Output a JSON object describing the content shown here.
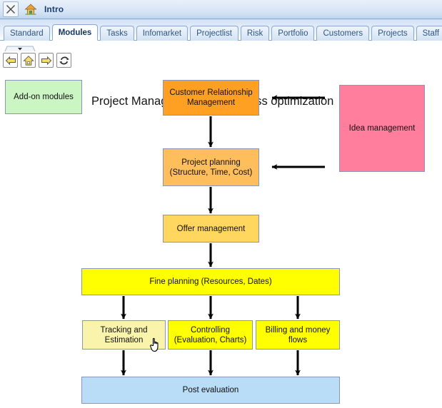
{
  "window": {
    "title": "Intro",
    "close_icon": "close-x-icon",
    "home_icon": "house-icon"
  },
  "tabs": [
    {
      "label": "Standard",
      "active": false
    },
    {
      "label": "Modules",
      "active": true
    },
    {
      "label": "Tasks",
      "active": false
    },
    {
      "label": "Infomarket",
      "active": false
    },
    {
      "label": "Projectlist",
      "active": false
    },
    {
      "label": "Risk",
      "active": false
    },
    {
      "label": "Portfolio",
      "active": false
    },
    {
      "label": "Customers",
      "active": false
    },
    {
      "label": "Projects",
      "active": false
    },
    {
      "label": "Staff",
      "active": false
    }
  ],
  "toolbar": {
    "back_icon": "back-arrow-icon",
    "home_icon": "home-icon",
    "forward_icon": "forward-arrow-icon",
    "refresh_icon": "refresh-icon"
  },
  "diagram": {
    "title": "Project Management and process optimization",
    "nodes": {
      "addon": {
        "label": "Add-on modules",
        "color": "#ccf5c4"
      },
      "crm": {
        "label": "Customer Relationship Management",
        "color": "#ffa022"
      },
      "planning": {
        "label": "Project planning (Structure, Time, Cost)",
        "color": "#ffbe5c"
      },
      "offer": {
        "label": "Offer management",
        "color": "#ffd65e"
      },
      "fine": {
        "label": "Fine planning (Resources, Dates)",
        "color": "#ffff00"
      },
      "tracking": {
        "label": "Tracking and Estimation",
        "color": "#faf3ab"
      },
      "controlling": {
        "label": "Controlling (Evaluation, Charts)",
        "color": "#ffff00"
      },
      "billing": {
        "label": "Billing and money flows",
        "color": "#ffff00"
      },
      "post": {
        "label": "Post evaluation",
        "color": "#b9dcf7"
      },
      "idea": {
        "label": "Idea management",
        "color": "#ff7e9d"
      }
    }
  },
  "cursor": {
    "type": "pointing-hand"
  }
}
